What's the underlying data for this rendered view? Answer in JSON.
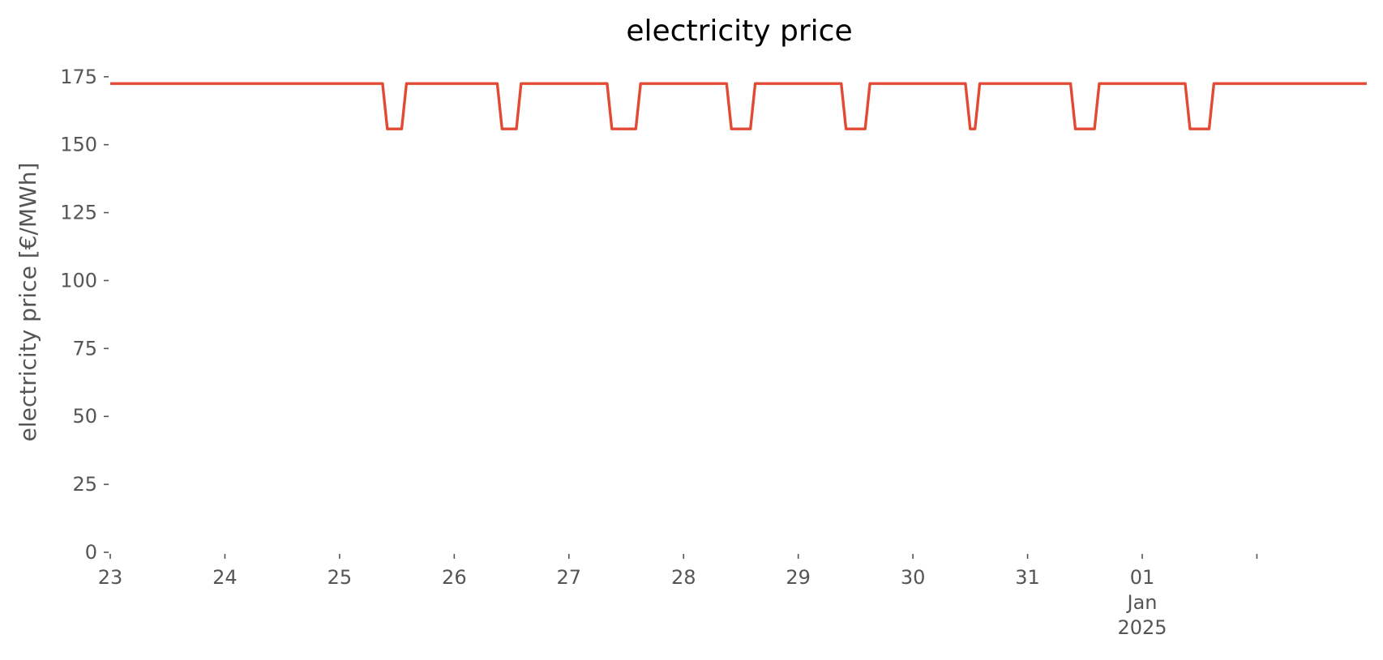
{
  "chart_data": {
    "type": "line",
    "title": "electricity price",
    "xlabel": "",
    "ylabel": "electricity price [€/MWh]",
    "ylim": [
      0,
      175
    ],
    "xlim": [
      "2024-12-23T00:00",
      "2025-01-02T23:00"
    ],
    "yticks": [
      0,
      25,
      50,
      75,
      100,
      125,
      150,
      175
    ],
    "xticks": [
      {
        "at": "2024-12-23T00:00",
        "lines": [
          "23"
        ]
      },
      {
        "at": "2024-12-24T00:00",
        "lines": [
          "24"
        ]
      },
      {
        "at": "2024-12-25T00:00",
        "lines": [
          "25"
        ]
      },
      {
        "at": "2024-12-26T00:00",
        "lines": [
          "26"
        ]
      },
      {
        "at": "2024-12-27T00:00",
        "lines": [
          "27"
        ]
      },
      {
        "at": "2024-12-28T00:00",
        "lines": [
          "28"
        ]
      },
      {
        "at": "2024-12-29T00:00",
        "lines": [
          "29"
        ]
      },
      {
        "at": "2024-12-30T00:00",
        "lines": [
          "30"
        ]
      },
      {
        "at": "2024-12-31T00:00",
        "lines": [
          "31"
        ]
      },
      {
        "at": "2025-01-01T00:00",
        "lines": [
          "01",
          "Jan",
          "2025"
        ]
      },
      {
        "at": "2025-01-02T00:00",
        "lines": []
      }
    ],
    "grid": false,
    "series": [
      {
        "color": "#e24a33",
        "points": [
          {
            "x": "2024-12-23T00:00",
            "y": 172.5
          },
          {
            "x": "2024-12-25T09:00",
            "y": 172.5
          },
          {
            "x": "2024-12-25T10:00",
            "y": 155.8
          },
          {
            "x": "2024-12-25T13:00",
            "y": 155.8
          },
          {
            "x": "2024-12-25T14:00",
            "y": 172.5
          },
          {
            "x": "2024-12-26T09:00",
            "y": 172.5
          },
          {
            "x": "2024-12-26T10:00",
            "y": 155.8
          },
          {
            "x": "2024-12-26T13:00",
            "y": 155.8
          },
          {
            "x": "2024-12-26T14:00",
            "y": 172.5
          },
          {
            "x": "2024-12-27T08:00",
            "y": 172.5
          },
          {
            "x": "2024-12-27T09:00",
            "y": 155.8
          },
          {
            "x": "2024-12-27T14:00",
            "y": 155.8
          },
          {
            "x": "2024-12-27T15:00",
            "y": 172.5
          },
          {
            "x": "2024-12-28T09:00",
            "y": 172.5
          },
          {
            "x": "2024-12-28T10:00",
            "y": 155.8
          },
          {
            "x": "2024-12-28T14:00",
            "y": 155.8
          },
          {
            "x": "2024-12-28T15:00",
            "y": 172.5
          },
          {
            "x": "2024-12-29T09:00",
            "y": 172.5
          },
          {
            "x": "2024-12-29T10:00",
            "y": 155.8
          },
          {
            "x": "2024-12-29T14:00",
            "y": 155.8
          },
          {
            "x": "2024-12-29T15:00",
            "y": 172.5
          },
          {
            "x": "2024-12-30T11:00",
            "y": 172.5
          },
          {
            "x": "2024-12-30T12:00",
            "y": 155.8
          },
          {
            "x": "2024-12-30T13:00",
            "y": 155.8
          },
          {
            "x": "2024-12-30T14:00",
            "y": 172.5
          },
          {
            "x": "2024-12-31T09:00",
            "y": 172.5
          },
          {
            "x": "2024-12-31T10:00",
            "y": 155.8
          },
          {
            "x": "2024-12-31T14:00",
            "y": 155.8
          },
          {
            "x": "2024-12-31T15:00",
            "y": 172.5
          },
          {
            "x": "2025-01-01T09:00",
            "y": 172.5
          },
          {
            "x": "2025-01-01T10:00",
            "y": 155.8
          },
          {
            "x": "2025-01-01T14:00",
            "y": 155.8
          },
          {
            "x": "2025-01-01T15:00",
            "y": 172.5
          },
          {
            "x": "2025-01-02T23:00",
            "y": 172.5
          }
        ]
      }
    ]
  }
}
